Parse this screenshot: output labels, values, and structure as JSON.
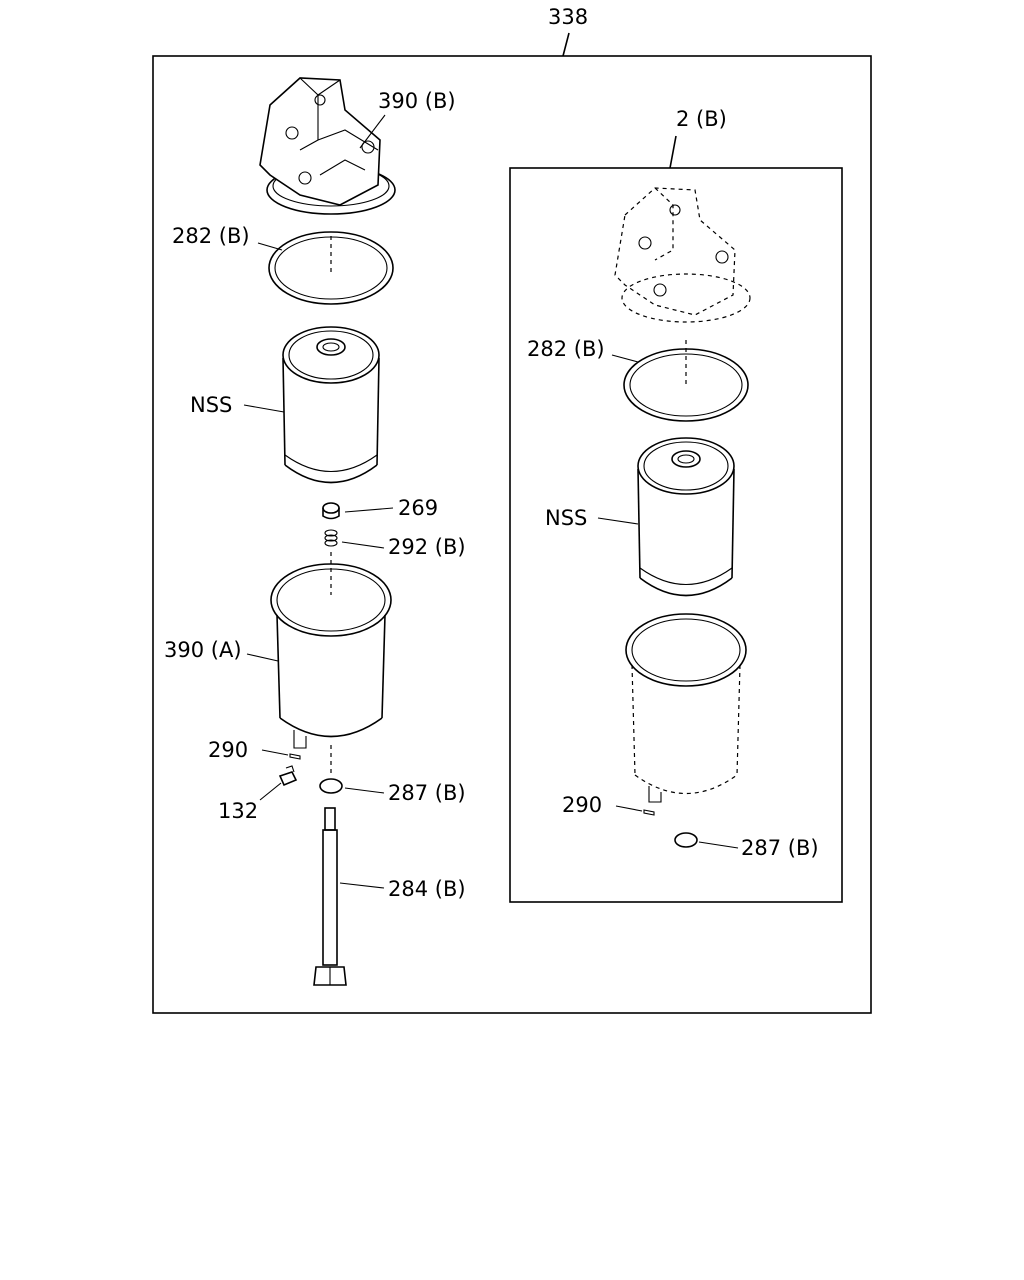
{
  "assembly_label": "338",
  "left_parts": {
    "bracket_label": "390 (B)",
    "oring_label": "282 (B)",
    "element_label": "NSS",
    "seal_label": "269",
    "spring_label": "292 (B)",
    "bowl_label": "390 (A)",
    "drain_label": "290",
    "plug_label": "132",
    "gasket_label": "287 (B)",
    "bolt_label": "284 (B)"
  },
  "right_parts": {
    "subassembly_label": "2 (B)",
    "oring_label": "282 (B)",
    "element_label": "NSS",
    "drain_label": "290",
    "gasket_label": "287 (B)"
  }
}
